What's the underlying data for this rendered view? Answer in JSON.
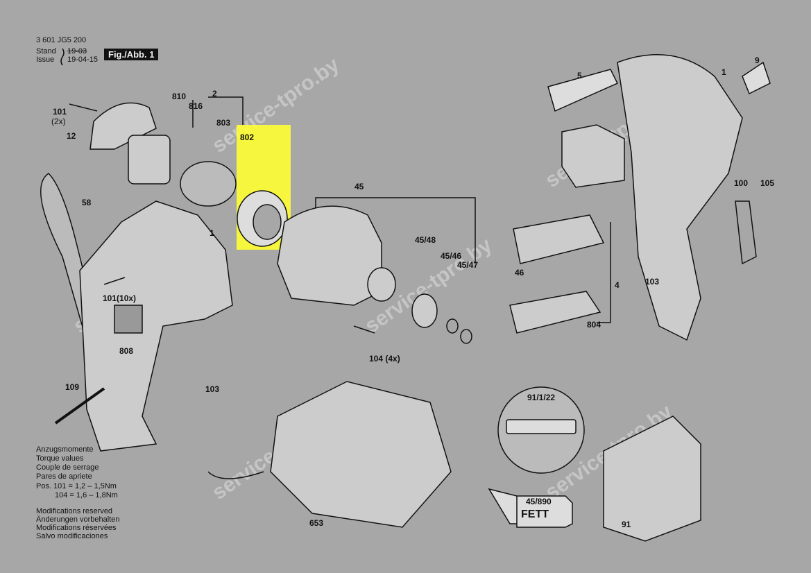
{
  "header": {
    "doc_number": "3 601 JG5 200",
    "stand_label": "Stand",
    "issue_label": "Issue",
    "old_date": "19-03",
    "issue_date": "19-04-15",
    "figure_label": "Fig./Abb. 1"
  },
  "highlight_color": "#ffff33",
  "part_labels": [
    "810",
    "2",
    "816",
    "803",
    "802",
    "101",
    "(2x)",
    "12",
    "58",
    "1",
    "101(10x)",
    "808",
    "109",
    "103",
    "45",
    "45/48",
    "45/46",
    "45/47",
    "104 (4x)",
    "5",
    "1",
    "9",
    "100",
    "105",
    "46",
    "103",
    "4",
    "804",
    "91/1/22",
    "45/890",
    "653",
    "91"
  ],
  "fett_label": "FETT",
  "torque": {
    "lines": [
      "Anzugsmomente",
      "Torque values",
      "Couple de serrage",
      "Pares de apriete"
    ],
    "pos101": "Pos. 101  = 1,2 – 1,5Nm",
    "pos104": "104  = 1,6 – 1,8Nm"
  },
  "modifications": [
    "Modifications reserved",
    "Änderungen vorbehalten",
    "Modifications réservées",
    "Salvo modificaciones"
  ],
  "watermark": "service-tpro.by"
}
